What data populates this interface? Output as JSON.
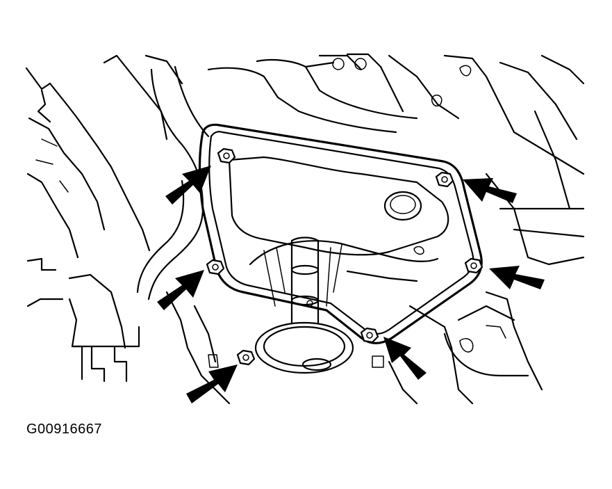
{
  "figure": {
    "id_label": "G00916667",
    "line_color": "#000000",
    "background": "#ffffff",
    "callout_arrows": 6,
    "subject": "bolted-cover-plate"
  }
}
